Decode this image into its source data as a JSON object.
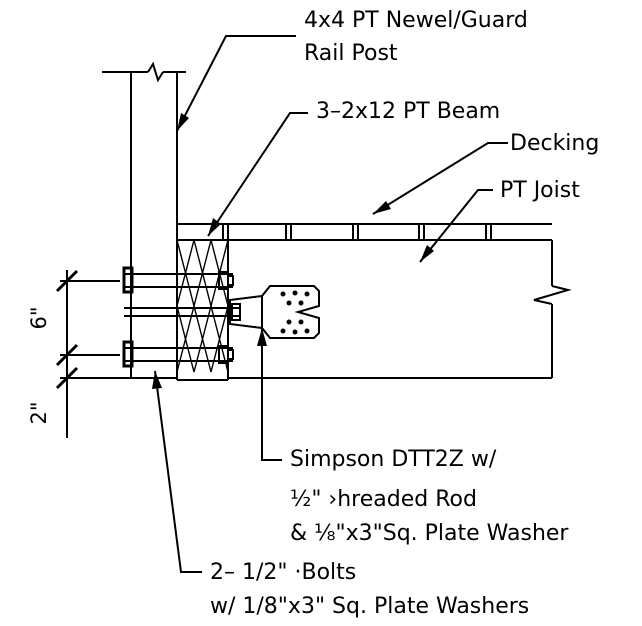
{
  "labels": {
    "post_line1": "4x4 PT Newel/Guard",
    "post_line2": "Rail Post",
    "beam": "3–2x12 PT Beam",
    "decking": "Decking",
    "joist": "PT Joist",
    "simpson_line1": "Simpson DTT2Z w/",
    "simpson_line2": "½\" ›hreaded Rod",
    "simpson_line3": "& ⅛\"x3\"Sq. Plate Washer",
    "bolts_line1": "2– 1/2\"  ·Bolts",
    "bolts_line2": "w/ 1/8\"x3\" Sq. Plate Washers"
  },
  "dimensions": {
    "upper": "6\"",
    "lower": "2\""
  }
}
